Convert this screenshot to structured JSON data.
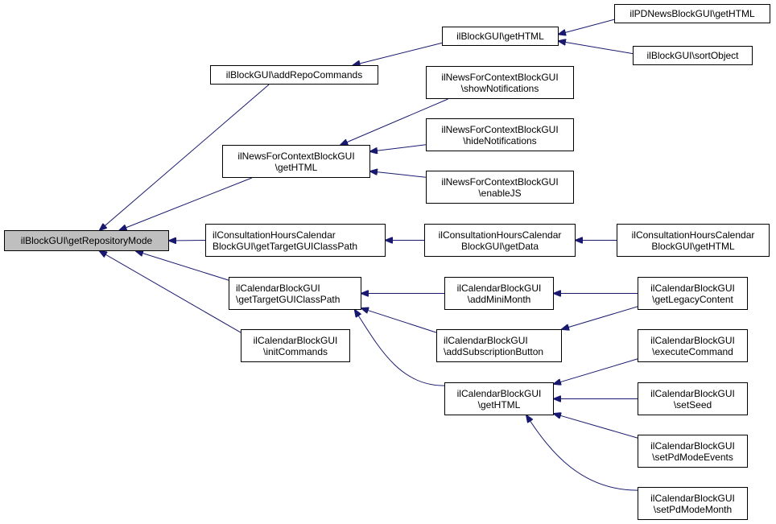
{
  "diagram": {
    "type": "caller-graph",
    "edge_color": "#191970",
    "root_fill": "#bfbfbf",
    "nodes": {
      "root": {
        "lines": [
          "ilBlockGUI\\getRepositoryMode"
        ],
        "is_root": true
      },
      "addRepoCommands": {
        "lines": [
          "ilBlockGUI\\addRepoCommands"
        ]
      },
      "blockGetHTML": {
        "lines": [
          "ilBlockGUI\\getHTML"
        ]
      },
      "pdNewsGetHTML": {
        "lines": [
          "ilPDNewsBlockGUI\\getHTML"
        ]
      },
      "sortObject": {
        "lines": [
          "ilBlockGUI\\sortObject"
        ]
      },
      "newsCtxGetHTML": {
        "lines": [
          "ilNewsForContextBlockGUI",
          "\\getHTML"
        ]
      },
      "showNotifications": {
        "lines": [
          "ilNewsForContextBlockGUI",
          "\\showNotifications"
        ]
      },
      "hideNotifications": {
        "lines": [
          "ilNewsForContextBlockGUI",
          "\\hideNotifications"
        ]
      },
      "enableJS": {
        "lines": [
          "ilNewsForContextBlockGUI",
          "\\enableJS"
        ]
      },
      "consTargetPath": {
        "lines": [
          "ilConsultationHoursCalendar",
          "BlockGUI\\getTargetGUIClassPath"
        ]
      },
      "consGetData": {
        "lines": [
          "ilConsultationHoursCalendar",
          "BlockGUI\\getData"
        ]
      },
      "consGetHTML": {
        "lines": [
          "ilConsultationHoursCalendar",
          "BlockGUI\\getHTML"
        ]
      },
      "calTargetPath": {
        "lines": [
          "ilCalendarBlockGUI",
          "\\getTargetGUIClassPath"
        ]
      },
      "calInitCommands": {
        "lines": [
          "ilCalendarBlockGUI",
          "\\initCommands"
        ]
      },
      "calAddMiniMonth": {
        "lines": [
          "ilCalendarBlockGUI",
          "\\addMiniMonth"
        ]
      },
      "calAddSubscription": {
        "lines": [
          "ilCalendarBlockGUI",
          "\\addSubscriptionButton"
        ]
      },
      "calGetHTML": {
        "lines": [
          "ilCalendarBlockGUI",
          "\\getHTML"
        ]
      },
      "calGetLegacyContent": {
        "lines": [
          "ilCalendarBlockGUI",
          "\\getLegacyContent"
        ]
      },
      "calExecuteCommand": {
        "lines": [
          "ilCalendarBlockGUI",
          "\\executeCommand"
        ]
      },
      "calSetSeed": {
        "lines": [
          "ilCalendarBlockGUI",
          "\\setSeed"
        ]
      },
      "calSetPdModeEvents": {
        "lines": [
          "ilCalendarBlockGUI",
          "\\setPdModeEvents"
        ]
      },
      "calSetPdModeMonth": {
        "lines": [
          "ilCalendarBlockGUI",
          "\\setPdModeMonth"
        ]
      }
    },
    "edges": [
      {
        "from": "addRepoCommands",
        "to": "root"
      },
      {
        "from": "newsCtxGetHTML",
        "to": "root"
      },
      {
        "from": "consTargetPath",
        "to": "root"
      },
      {
        "from": "calTargetPath",
        "to": "root"
      },
      {
        "from": "calInitCommands",
        "to": "root"
      },
      {
        "from": "blockGetHTML",
        "to": "addRepoCommands"
      },
      {
        "from": "pdNewsGetHTML",
        "to": "blockGetHTML"
      },
      {
        "from": "sortObject",
        "to": "blockGetHTML"
      },
      {
        "from": "showNotifications",
        "to": "newsCtxGetHTML"
      },
      {
        "from": "hideNotifications",
        "to": "newsCtxGetHTML"
      },
      {
        "from": "enableJS",
        "to": "newsCtxGetHTML"
      },
      {
        "from": "consGetData",
        "to": "consTargetPath"
      },
      {
        "from": "consGetHTML",
        "to": "consGetData"
      },
      {
        "from": "calAddMiniMonth",
        "to": "calTargetPath"
      },
      {
        "from": "calAddSubscription",
        "to": "calTargetPath"
      },
      {
        "from": "calGetHTML",
        "to": "calTargetPath"
      },
      {
        "from": "calGetLegacyContent",
        "to": "calAddMiniMonth"
      },
      {
        "from": "calGetLegacyContent",
        "to": "calAddSubscription"
      },
      {
        "from": "calExecuteCommand",
        "to": "calGetHTML"
      },
      {
        "from": "calSetSeed",
        "to": "calGetHTML"
      },
      {
        "from": "calSetPdModeEvents",
        "to": "calGetHTML"
      },
      {
        "from": "calSetPdModeMonth",
        "to": "calGetHTML"
      }
    ]
  }
}
